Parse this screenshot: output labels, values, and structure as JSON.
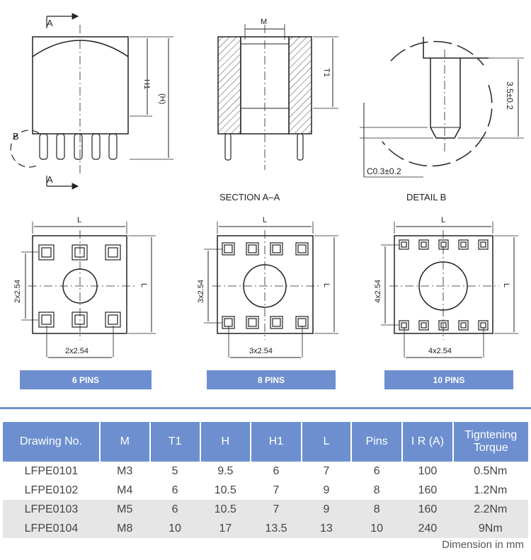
{
  "drawing": {
    "section_marker": "A",
    "detail_marker": "B",
    "dim_h1": "H1",
    "dim_h": "(H)",
    "dim_m": "M",
    "dim_t1": "T1",
    "section_title": "SECTION A–A",
    "detail_title": "DETAIL B",
    "detail_dim_length": "3.5±0.2",
    "detail_dim_chamfer": "C0.3±0.2"
  },
  "footprints": [
    {
      "label": "6 PINS",
      "dim_top": "L",
      "dim_right": "L",
      "dim_left": "2x2.54",
      "dim_bottom": "2x2.54"
    },
    {
      "label": "8 PINS",
      "dim_top": "L",
      "dim_right": "L",
      "dim_left": "3x2.54",
      "dim_bottom": "3x2.54"
    },
    {
      "label": "10 PINS",
      "dim_top": "L",
      "dim_right": "L",
      "dim_left": "4x2.54",
      "dim_bottom": "4x2.54"
    }
  ],
  "table": {
    "headers": [
      "Drawing No.",
      "M",
      "T1",
      "H",
      "H1",
      "L",
      "Pins",
      "I R (A)",
      "Tigntening Torque"
    ],
    "rows": [
      [
        "LFPE0101",
        "M3",
        "5",
        "9.5",
        "6",
        "7",
        "6",
        "100",
        "0.5Nm"
      ],
      [
        "LFPE0102",
        "M4",
        "6",
        "10.5",
        "7",
        "9",
        "8",
        "160",
        "1.2Nm"
      ],
      [
        "LFPE0103",
        "M5",
        "6",
        "10.5",
        "7",
        "9",
        "8",
        "160",
        "2.2Nm"
      ],
      [
        "LFPE0104",
        "M8",
        "10",
        "17",
        "13.5",
        "13",
        "10",
        "240",
        "9Nm"
      ]
    ]
  },
  "footnote": "Dimension in mm",
  "colors": {
    "accent": "#6d8fcf",
    "row_alt": "#e6e6e6",
    "line": "#222222"
  }
}
